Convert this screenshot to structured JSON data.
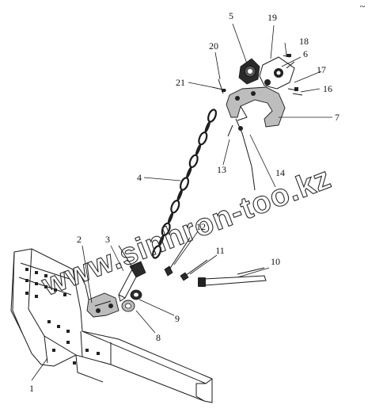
{
  "diagram": {
    "callouts": [
      {
        "id": "c1",
        "text": "1"
      },
      {
        "id": "c2",
        "text": "2"
      },
      {
        "id": "c3",
        "text": "3"
      },
      {
        "id": "c4",
        "text": "4"
      },
      {
        "id": "c5",
        "text": "5"
      },
      {
        "id": "c6",
        "text": "6"
      },
      {
        "id": "c7",
        "text": "7"
      },
      {
        "id": "c8",
        "text": "8"
      },
      {
        "id": "c9",
        "text": "9"
      },
      {
        "id": "c10",
        "text": "10"
      },
      {
        "id": "c11",
        "text": "11"
      },
      {
        "id": "c12",
        "text": "12"
      },
      {
        "id": "c13",
        "text": "13"
      },
      {
        "id": "c14",
        "text": "14"
      },
      {
        "id": "c16",
        "text": "16"
      },
      {
        "id": "c17",
        "text": "17"
      },
      {
        "id": "c18",
        "text": "18"
      },
      {
        "id": "c19",
        "text": "19"
      },
      {
        "id": "c20",
        "text": "20"
      },
      {
        "id": "c21",
        "text": "21"
      }
    ],
    "watermark": "www.sinhron-too.kz",
    "corner_mark": "~"
  }
}
